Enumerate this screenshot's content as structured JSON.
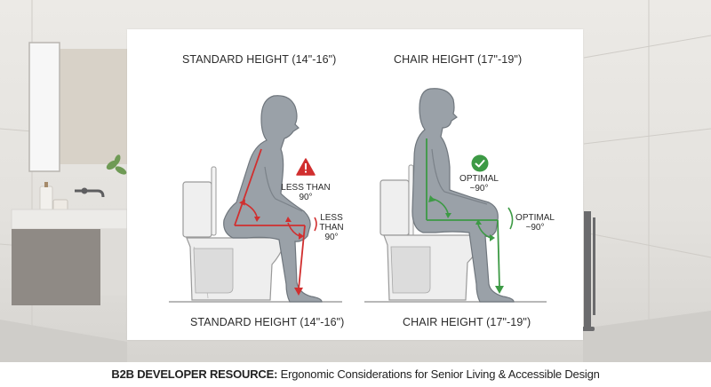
{
  "background": {
    "scene": "bathroom",
    "elements": [
      "wall-tiles",
      "mirror",
      "vanity-cabinet",
      "sink",
      "faucet",
      "soap-dispenser",
      "plant",
      "floor-mounted-tub-filler"
    ]
  },
  "diagram": {
    "left": {
      "heading_top": "STANDARD HEIGHT (14\"-16\")",
      "heading_bottom": "STANDARD HEIGHT (14\"-16\")",
      "status_icon": "warning-triangle-icon",
      "status_color": "#d12f2f",
      "hip_label_line1": "LESS THAN",
      "hip_label_line2": "90°",
      "knee_label_line1": "LESS",
      "knee_label_line2": "THAN",
      "knee_label_line3": "90°"
    },
    "right": {
      "heading_top": "CHAIR HEIGHT (17\"-19\")",
      "heading_bottom": "CHAIR HEIGHT (17\"-19\")",
      "status_icon": "checkmark-circle-icon",
      "status_color": "#3d9a45",
      "hip_label_line1": "OPTIMAL",
      "hip_label_line2": "~90°",
      "knee_label_line1": "OPTIMAL",
      "knee_label_line2": "~90°"
    },
    "colors": {
      "figure_fill": "#9aa1a8",
      "figure_stroke": "#6f767d",
      "toilet_fill": "#ededed",
      "toilet_stroke": "#9a9a9a",
      "warning": "#d12f2f",
      "optimal": "#3d9a45"
    }
  },
  "footer": {
    "bold": "B2B DEVELOPER RESOURCE:",
    "text": " Ergonomic Considerations for Senior Living & Accessible Design"
  }
}
